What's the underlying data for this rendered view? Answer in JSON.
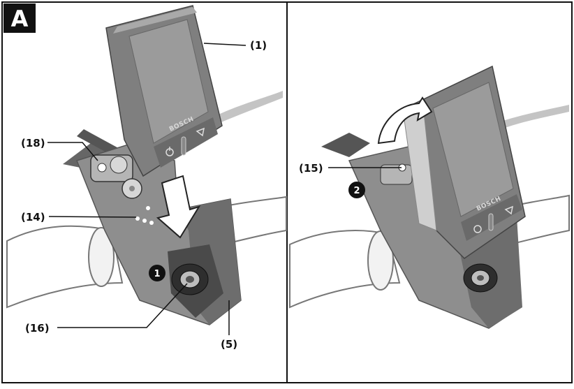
{
  "figure": {
    "letter": "A"
  },
  "panel_left": {
    "step": "1",
    "brand": "BOSCH",
    "callouts": {
      "display": "(1)",
      "holder_contacts": "(18)",
      "contacts": "(14)",
      "lock_screw": "(16)",
      "holder": "(5)"
    }
  },
  "panel_right": {
    "step": "2",
    "brand": "BOSCH",
    "callouts": {
      "release_button": "(15)"
    }
  }
}
